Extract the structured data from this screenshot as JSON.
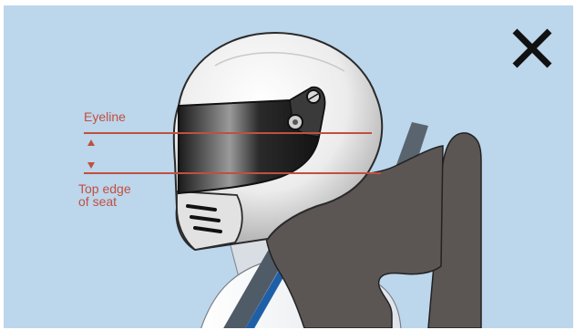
{
  "diagram": {
    "eyeline_label": "Eyeline",
    "seat_label_line1": "Top edge",
    "seat_label_line2": "of seat"
  },
  "colors": {
    "background": "#bcd6ec",
    "annotation": "#c0503f",
    "seat": "#5b5654",
    "helmet_shell": "#eeeeee",
    "visor": "#1a1a1a",
    "belt": "#4f5b66",
    "suit_stripe": "#1f5fa8"
  },
  "icons": {
    "close": "close-icon"
  }
}
